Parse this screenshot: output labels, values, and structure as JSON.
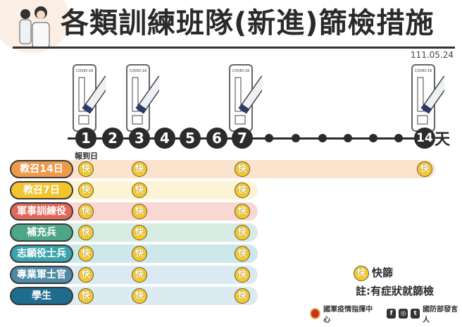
{
  "header": {
    "title": "各類訓練班隊(新進)篩檢措施",
    "date": "111.05.24"
  },
  "test_kit": {
    "label": "COVID-19",
    "days_shown": [
      1,
      3,
      7,
      14
    ]
  },
  "timeline": {
    "days": [
      "1",
      "2",
      "3",
      "4",
      "5",
      "6",
      "7",
      "14"
    ],
    "unit": "天",
    "day1_label": "報到日"
  },
  "rows": [
    {
      "label": "教召14日",
      "color": "#ee9a4c",
      "bar": "#fbe3cd",
      "end": true,
      "tests": [
        1,
        3,
        7,
        14
      ]
    },
    {
      "label": "教召7日",
      "color": "#f2c42e",
      "bar": "#fdf4d6",
      "tests": [
        1,
        3,
        7
      ]
    },
    {
      "label": "軍事訓練役",
      "color": "#e2685a",
      "bar": "#f9d8d3",
      "tests": [
        1,
        3,
        7
      ]
    },
    {
      "label": "補充兵",
      "color": "#4ea688",
      "bar": "#d6ece3",
      "tests": [
        1,
        3,
        7
      ]
    },
    {
      "label": "志願役士兵",
      "color": "#3aa3ab",
      "bar": "#cde8ea",
      "tests": [
        1,
        3,
        7
      ]
    },
    {
      "label": "專業軍士官",
      "color": "#4f8aa6",
      "bar": "#dbeaf2",
      "tests": [
        1,
        3,
        7
      ]
    },
    {
      "label": "學生",
      "color": "#1f6d8e",
      "bar": "#dceaf1",
      "tests": [
        1,
        3,
        7
      ]
    }
  ],
  "badge": "快",
  "legend": {
    "label": "快篩",
    "note": "註:有症狀就篩檢"
  },
  "footer": {
    "org": "國軍疫情指揮中心",
    "social": [
      "f",
      "◎",
      "t"
    ],
    "spokesperson": "國防部發言人"
  }
}
